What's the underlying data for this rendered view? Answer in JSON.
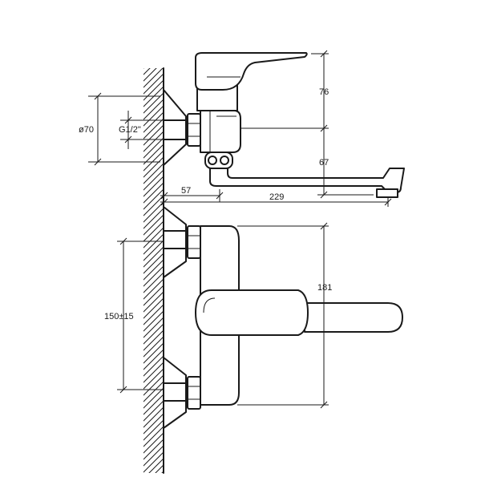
{
  "dimensions": {
    "d76": "76",
    "d70": "ø70",
    "g12": "G1/2\"",
    "d67": "67",
    "d57": "57",
    "d229": "229",
    "d181": "181",
    "d150": "150±15"
  },
  "colors": {
    "line": "#1a1a1a",
    "background": "#ffffff"
  }
}
